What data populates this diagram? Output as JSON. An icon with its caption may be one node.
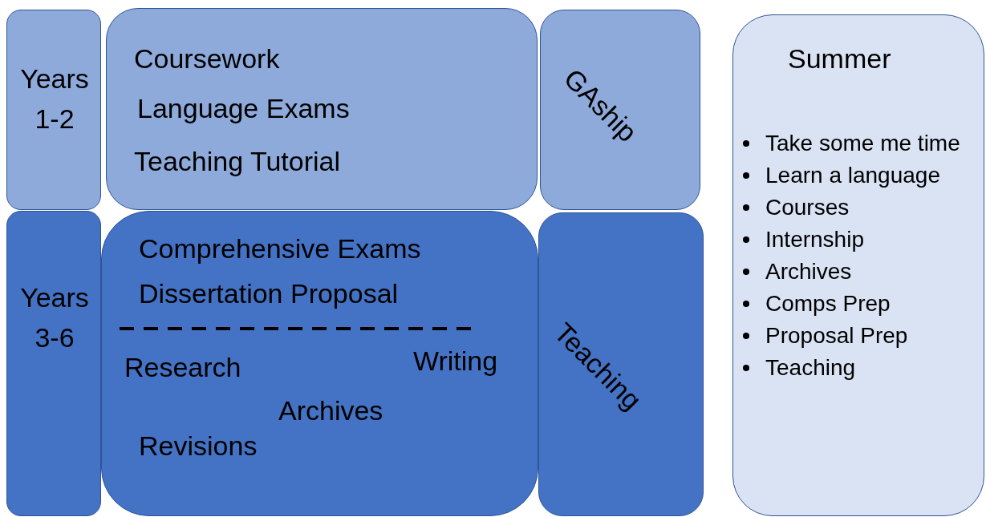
{
  "diagram": {
    "nodes": [
      {
        "text": [
          "Years 1-2"
        ]
      },
      {
        "text": [
          "Coursework",
          "Language Exams",
          "Teaching Tutorial"
        ]
      },
      {
        "text": [
          "GAship"
        ]
      },
      {
        "text": [
          "Summer",
          "Take some me time",
          "Learn a language",
          "Courses",
          "Internship",
          "Archives",
          "Comps Prep",
          "Proposal Prep",
          "Teaching"
        ]
      },
      {
        "text": [
          "Years 3-6"
        ]
      },
      {
        "text": [
          "Comprehensive Exams",
          "Dissertation Proposal",
          "Research",
          "Writing",
          "Archives",
          "Revisions"
        ]
      },
      {
        "text": [
          "Teaching"
        ]
      }
    ],
    "edges": []
  }
}
